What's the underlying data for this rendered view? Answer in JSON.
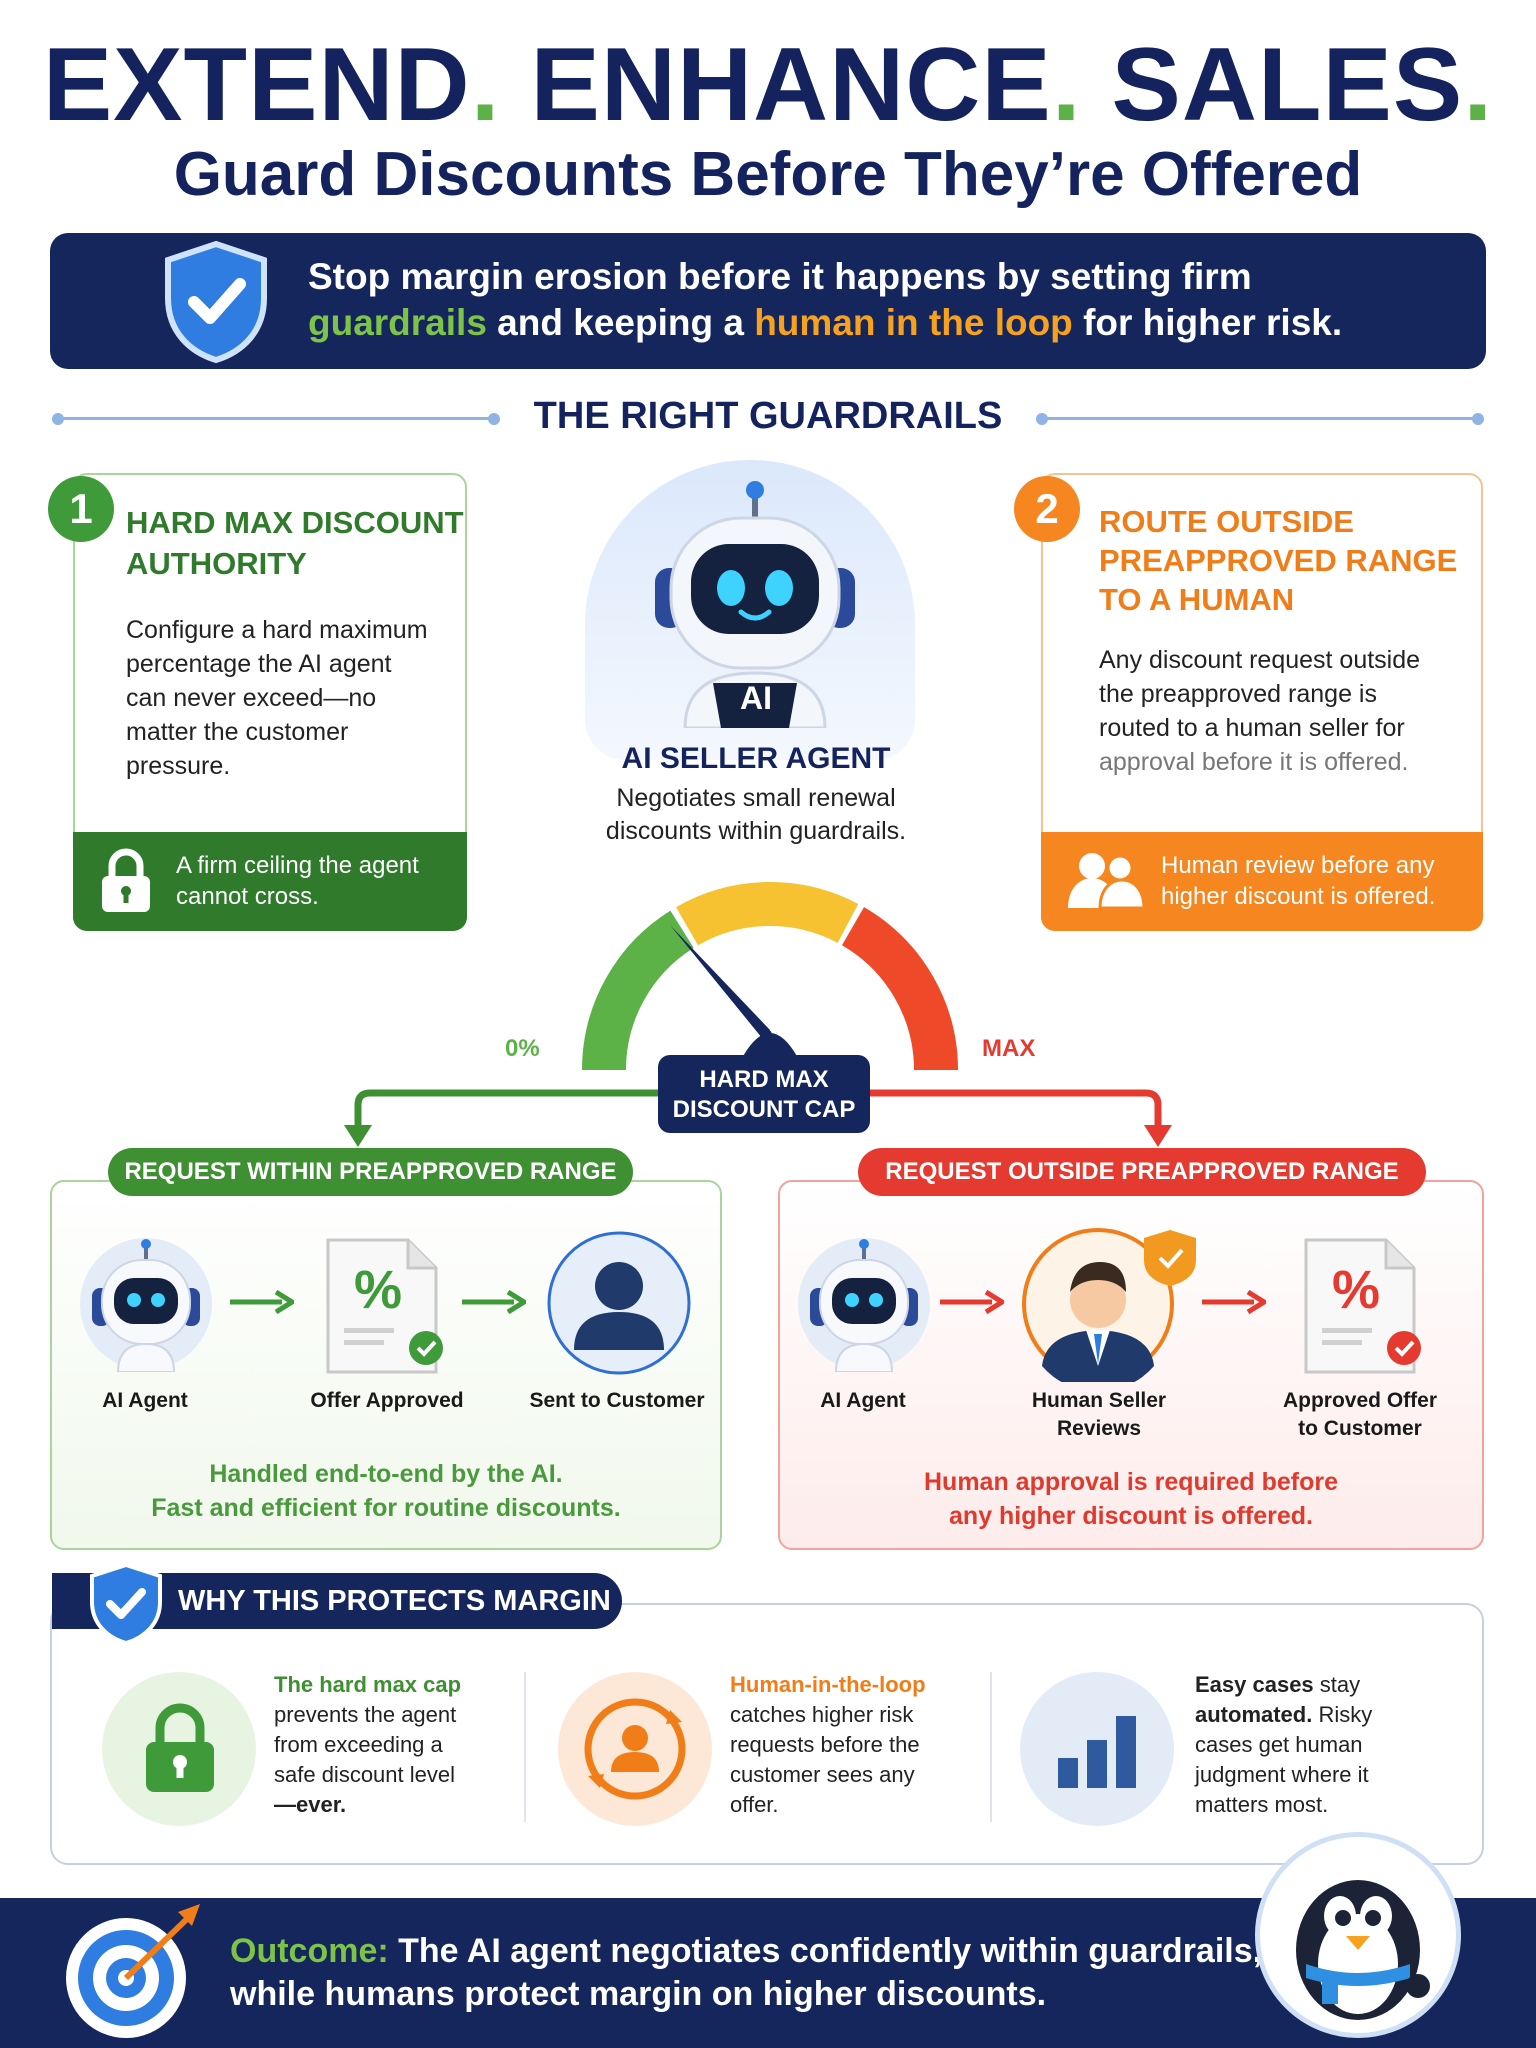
{
  "header": {
    "words": [
      "EXTEND",
      "ENHANCE",
      "SALES"
    ],
    "dot": ".",
    "subtitle": "Guard Discounts Before They’re Offered"
  },
  "banner": {
    "line1": "Stop margin erosion before it happens by setting firm",
    "part1": "guardrails",
    "part2": " and keeping a ",
    "part3": "human in the loop",
    "part4": " for higher risk."
  },
  "section_title": "THE RIGHT GUARDRAILS",
  "card1": {
    "number": "1",
    "title_line1": "HARD MAX DISCOUNT",
    "title_line2": "AUTHORITY",
    "body": [
      "Configure a hard maximum",
      "percentage the AI agent",
      "can never exceed—no",
      "matter the customer",
      "pressure."
    ],
    "footer": [
      "A firm ceiling the agent",
      "cannot cross."
    ]
  },
  "card2": {
    "number": "2",
    "title": [
      "ROUTE OUTSIDE",
      "PREAPPROVED RANGE",
      "TO A HUMAN"
    ],
    "body": [
      "Any discount request outside",
      "the preapproved range is",
      "routed to a human seller for",
      "approval before it is offered."
    ],
    "footer": [
      "Human review before any",
      "higher discount is offered."
    ]
  },
  "agent": {
    "badge": "AI",
    "title": "AI SELLER AGENT",
    "body": [
      "Negotiates small renewal",
      "discounts within guardrails."
    ]
  },
  "gauge": {
    "min_label": "0%",
    "max_label": "MAX",
    "cap_line1": "HARD MAX",
    "cap_line2": "DISCOUNT CAP",
    "segments": [
      "#5db247",
      "#f6c232",
      "#ee4a2a"
    ]
  },
  "within": {
    "pill": "REQUEST WITHIN PREAPPROVED RANGE",
    "steps": [
      "AI Agent",
      "Offer Approved",
      "Sent to Customer"
    ],
    "note": [
      "Handled end-to-end by the AI.",
      "Fast and efficient for routine discounts."
    ]
  },
  "outside": {
    "pill": "REQUEST OUTSIDE PREAPPROVED RANGE",
    "steps": [
      [
        "AI Agent",
        ""
      ],
      [
        "Human Seller",
        "Reviews"
      ],
      [
        "Approved Offer",
        "to Customer"
      ]
    ],
    "note": [
      "Human approval is required before",
      "any higher discount is offered."
    ]
  },
  "why": {
    "title": "WHY THIS PROTECTS MARGIN",
    "col1": {
      "lead": "The hard max cap",
      "rest": [
        "prevents the agent",
        "from exceeding a",
        "safe discount level"
      ],
      "end": "—ever."
    },
    "col2": {
      "lead": "Human-in-the-loop",
      "rest": [
        "catches higher risk",
        "requests before the",
        "customer sees any",
        "offer."
      ]
    },
    "col3": {
      "lead1": "Easy cases",
      "rest1": " stay",
      "lead2": "automated.",
      "rest2": " Risky",
      "rest": [
        "cases get human",
        "judgment where it",
        "matters most."
      ]
    }
  },
  "outcome": {
    "label": "Outcome:",
    "line1": " The AI agent negotiates confidently within guardrails,",
    "line2": "while humans protect margin on higher discounts."
  },
  "copyright": "©",
  "colors": {
    "navy": "#15265d",
    "green": "#3f8f33",
    "orange": "#f6861f",
    "red": "#e53a2f"
  }
}
